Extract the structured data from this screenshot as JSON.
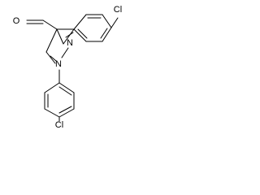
{
  "molecule": {
    "atoms": {
      "aldehyde_o": "O",
      "pyrazole_n2": "N",
      "pyrazole_n1": "N",
      "chlorine_top": "Cl",
      "chlorine_bottom": "Cl"
    }
  }
}
